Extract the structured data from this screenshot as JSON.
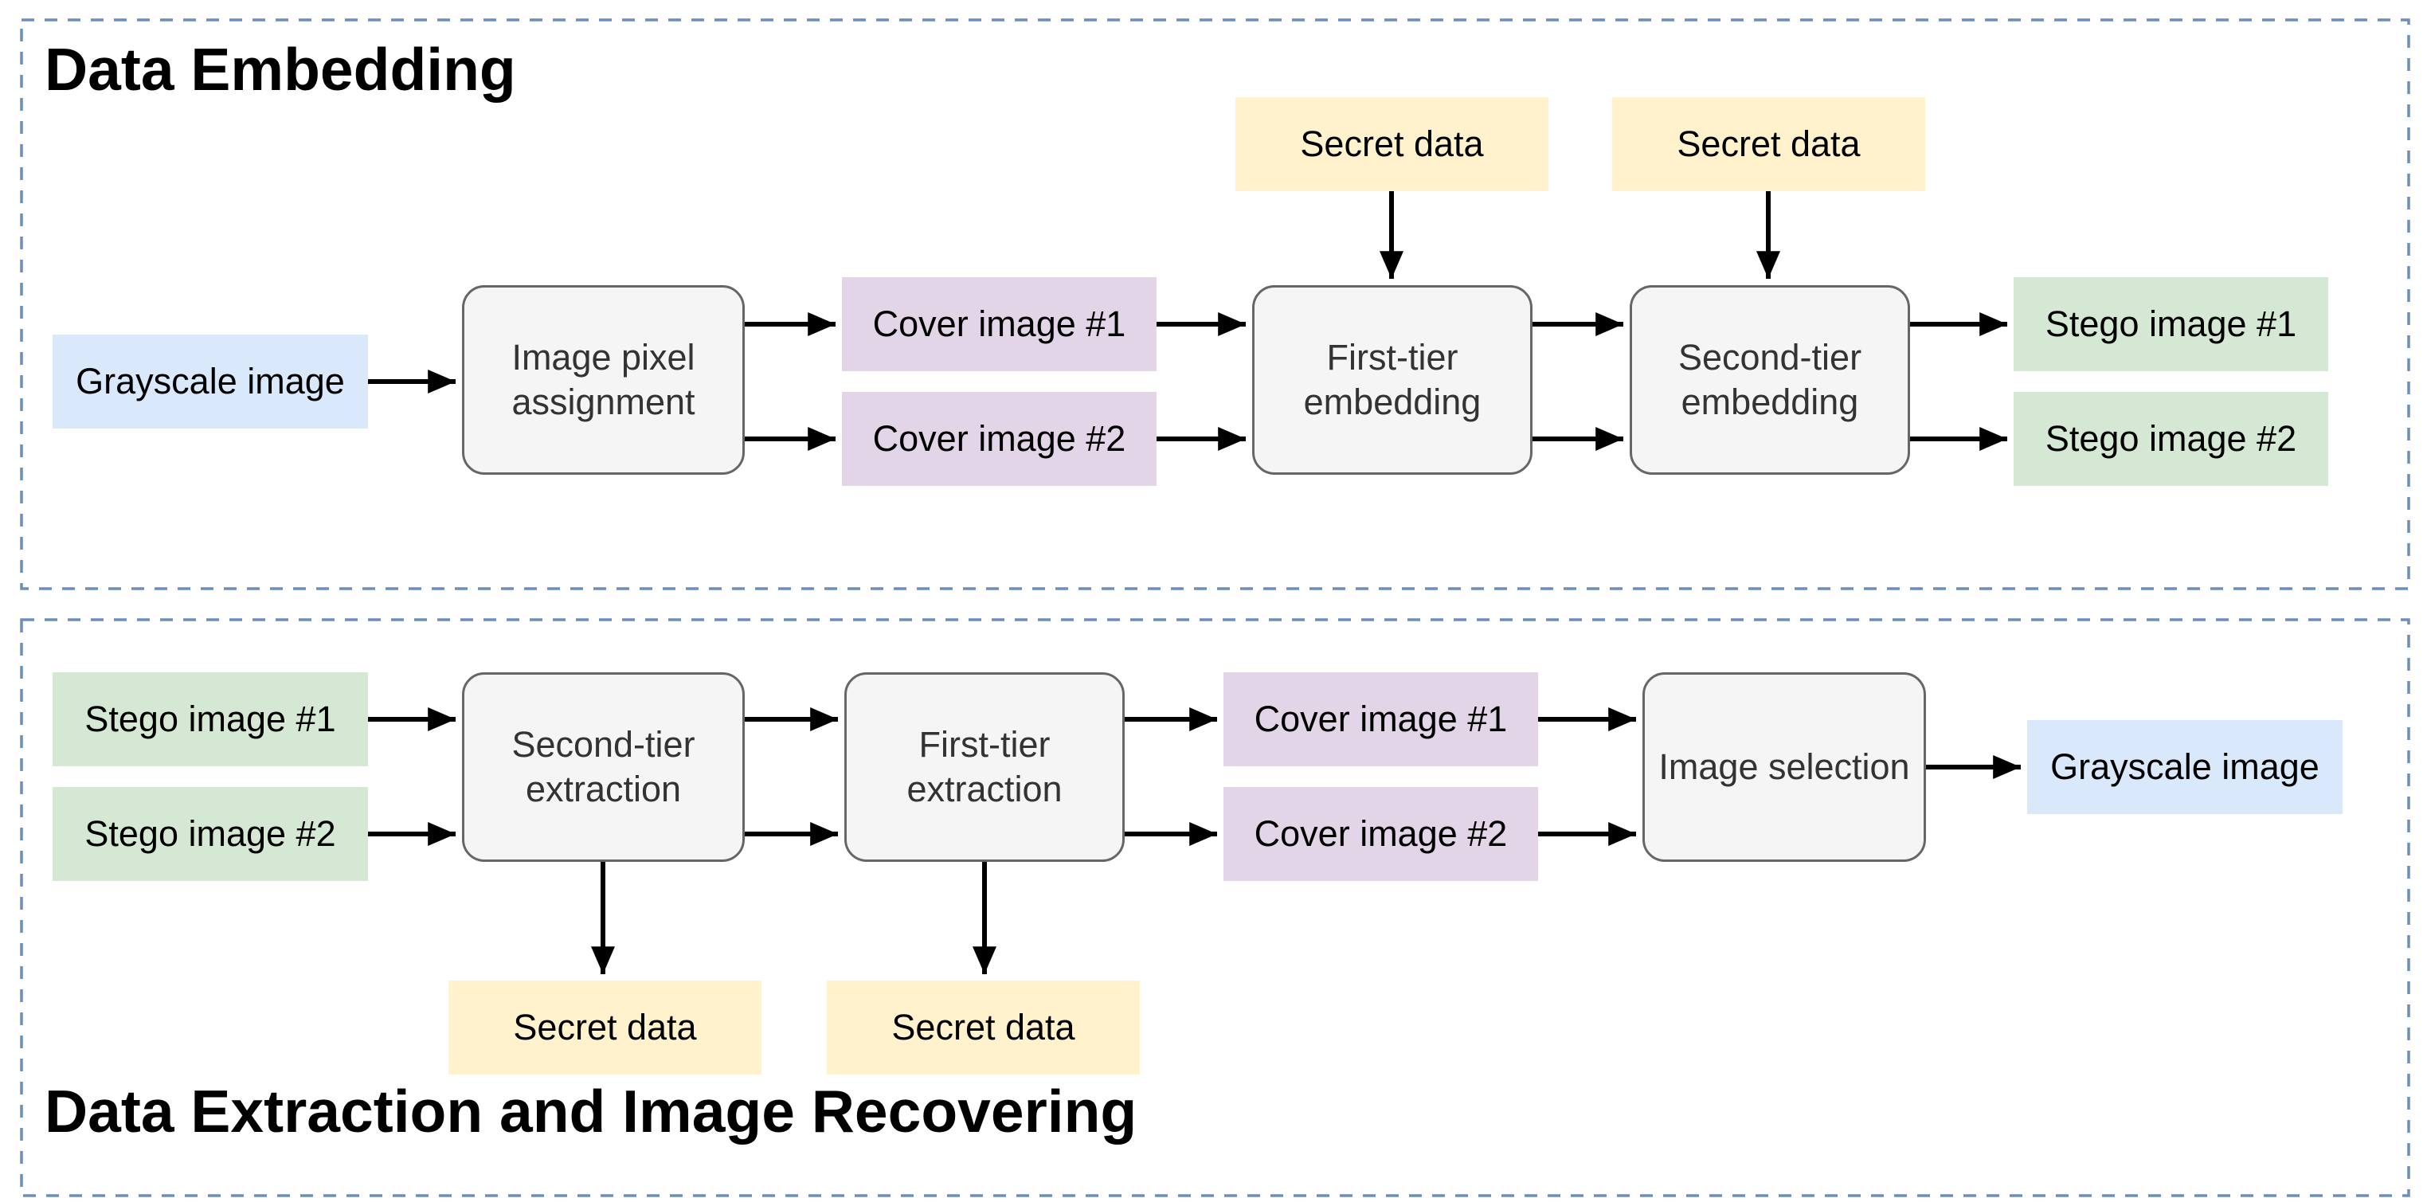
{
  "colors": {
    "background": "#ffffff",
    "section_border": "#6c8ebf",
    "process_fill": "#f5f5f5",
    "process_border": "#666666",
    "process_text": "#333333",
    "label_text": "#000000",
    "io_fill": "#dae8fc",
    "cover_fill": "#e1d5e7",
    "secret_fill": "#fff2cc",
    "stego_fill": "#d5e8d4",
    "arrow_color": "#000000"
  },
  "embedding": {
    "title": "Data Embedding",
    "nodes": {
      "grayscale_input": "Grayscale image",
      "pixel_assignment": "Image pixel assignment",
      "cover_image_1": "Cover image #1",
      "cover_image_2": "Cover image #2",
      "secret_data_left": "Secret data",
      "first_tier_embedding": "First-tier embedding",
      "secret_data_right": "Secret data",
      "second_tier_embedding": "Second-tier embedding",
      "stego_image_1": "Stego image #1",
      "stego_image_2": "Stego image #2"
    }
  },
  "extraction": {
    "title": "Data Extraction and Image Recovering",
    "nodes": {
      "stego_image_1": "Stego image #1",
      "stego_image_2": "Stego image #2",
      "second_tier_extraction": "Second-tier extraction",
      "first_tier_extraction": "First-tier extraction",
      "cover_image_1": "Cover image #1",
      "cover_image_2": "Cover image #2",
      "secret_data_left": "Secret data",
      "secret_data_right": "Secret data",
      "image_selection": "Image selection",
      "grayscale_output": "Grayscale image"
    }
  }
}
